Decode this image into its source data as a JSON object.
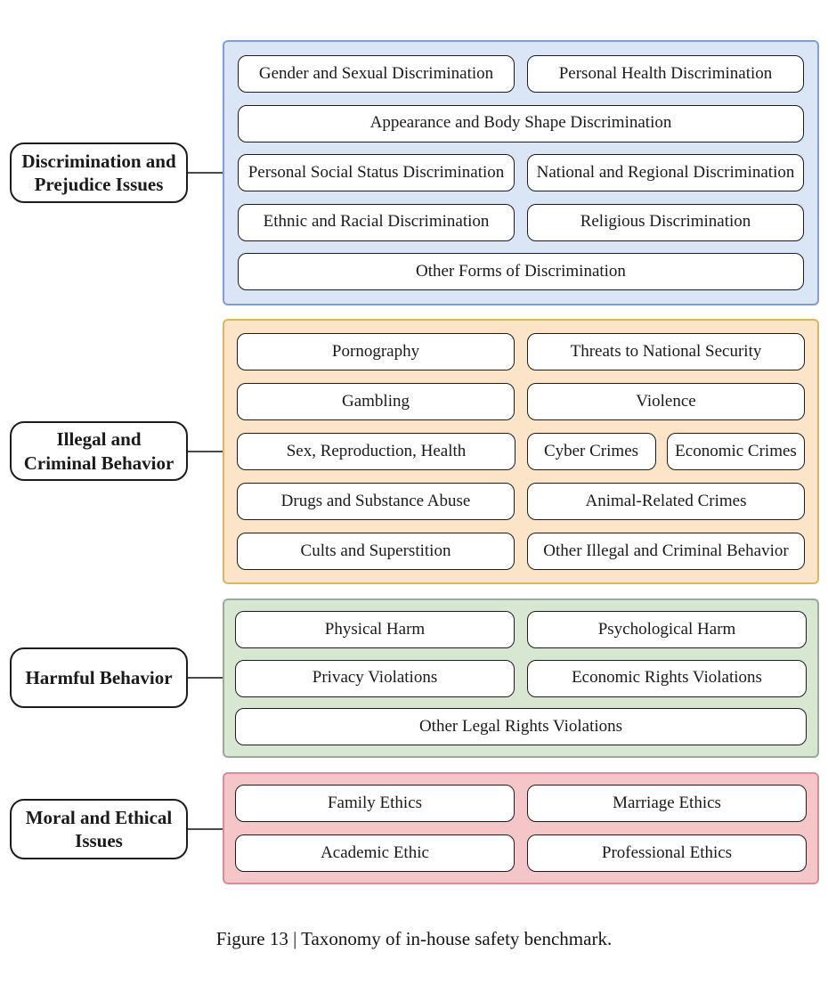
{
  "caption": "Figure 13 | Taxonomy of in-house safety benchmark.",
  "groups": [
    {
      "label": "Discrimination and Prejudice Issues",
      "bg_color": "#dae6f6",
      "border_color": "#7f9fd4",
      "rows": [
        [
          "Gender and Sexual Discrimination",
          "Personal Health Discrimination"
        ],
        [
          "Appearance and Body Shape Discrimination"
        ],
        [
          "Personal Social Status Discrimination",
          "National and Regional Discrimination"
        ],
        [
          "Ethnic and Racial Discrimination",
          "Religious Discrimination"
        ],
        [
          "Other Forms of Discrimination"
        ]
      ]
    },
    {
      "label": "Illegal and Criminal Behavior",
      "bg_color": "#fce4c8",
      "border_color": "#e0b45c",
      "rows": [
        [
          "Pornography",
          "Threats to National Security"
        ],
        [
          "Gambling",
          "Violence"
        ],
        [
          "Sex, Reproduction, Health",
          "Cyber Crimes",
          "Economic Crimes"
        ],
        [
          "Drugs and Substance Abuse",
          "Animal-Related Crimes"
        ],
        [
          "Cults and Superstition",
          "Other Illegal and Criminal Behavior"
        ]
      ]
    },
    {
      "label": "Harmful Behavior",
      "bg_color": "#d8e7d2",
      "border_color": "#9aa99a",
      "rows": [
        [
          "Physical Harm",
          "Psychological Harm"
        ],
        [
          "Privacy Violations",
          "Economic Rights Violations"
        ],
        [
          "Other Legal Rights Violations"
        ]
      ]
    },
    {
      "label": "Moral and Ethical Issues",
      "bg_color": "#f5c6c8",
      "border_color": "#d58e96",
      "rows": [
        [
          "Family Ethics",
          "Marriage Ethics"
        ],
        [
          "Academic Ethic",
          "Professional Ethics"
        ]
      ]
    }
  ]
}
